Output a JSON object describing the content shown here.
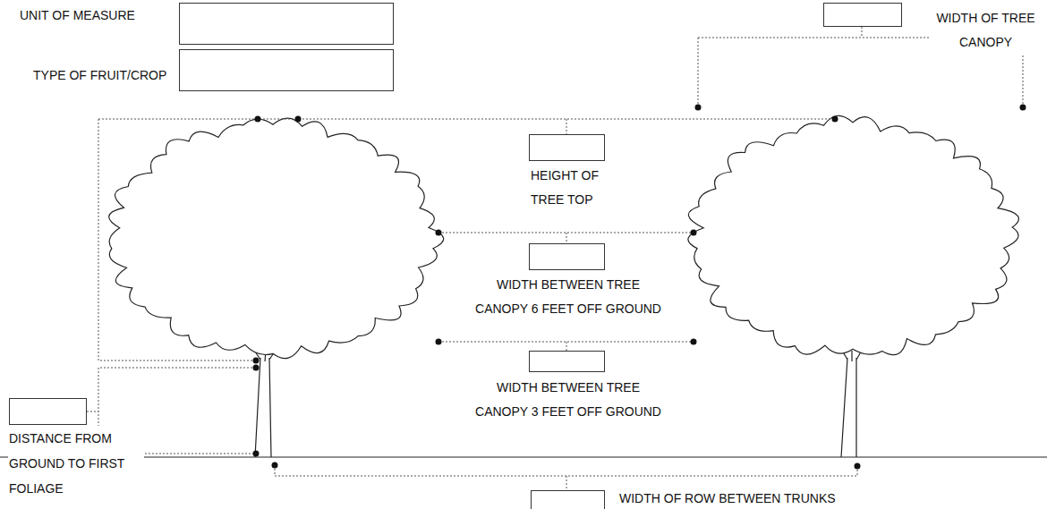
{
  "diagram": {
    "nodes": [
      {
        "text": [
          "UNIT OF MEASURE"
        ]
      },
      {
        "text": [
          "TYPE OF FRUIT/CROP"
        ]
      },
      {
        "text": [
          "WIDTH OF TREE CANOPY"
        ]
      },
      {
        "text": [
          "HEIGHT OF TREE TOP"
        ]
      },
      {
        "text": [
          "WIDTH BETWEEN TREE CANOPY 6 FEET OFF GROUND"
        ]
      },
      {
        "text": [
          "WIDTH BETWEEN TREE CANOPY 3 FEET OFF GROUND"
        ]
      },
      {
        "text": [
          "DISTANCE FROM GROUND TO FIRST FOLIAGE"
        ]
      },
      {
        "text": [
          "WIDTH OF ROW BETWEEN TRUNKS"
        ]
      }
    ]
  }
}
